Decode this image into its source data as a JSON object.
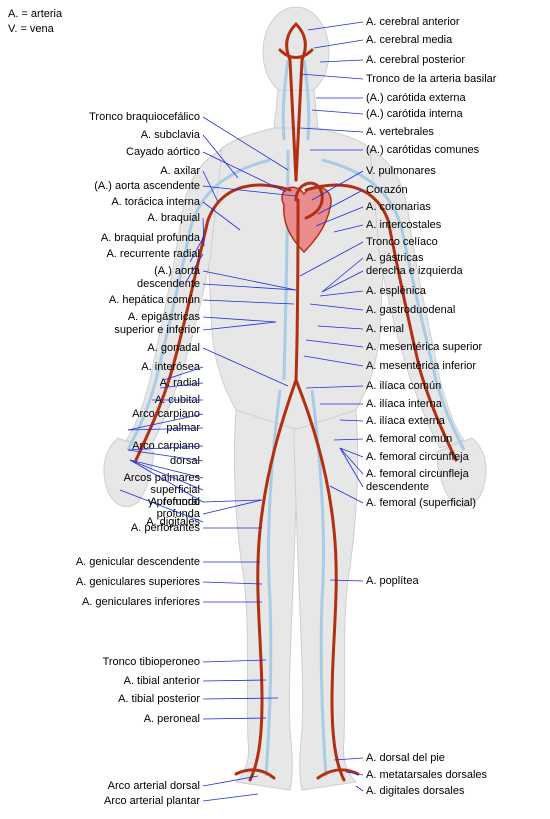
{
  "legend": [
    "A. = arteria",
    "V. = vena"
  ],
  "colors": {
    "artery": "#b22f12",
    "artery_light": "#d8822e",
    "vein": "#a8cbe6",
    "heart": "#e88c8c",
    "body": "#e7e7e7",
    "body_outline": "#cfcfcf",
    "leader": "#1c2cdc"
  },
  "labels_right": [
    "A. cerebral anterior",
    "A. cerebral media",
    "A. cerebral posterior",
    "Tronco de la arteria basilar",
    "(A.) carótida externa",
    "(A.) carótida interna",
    "A. vertebrales",
    "(A.) carótidas comunes",
    "V. pulmonares",
    "Corazón",
    "A. coronarias",
    "A. intercostales",
    "Tronco celíaco",
    "A. gástricas",
    "derecha e izquierda",
    "A. esplénica",
    "A. gastroduodenal",
    "A. renal",
    "A. mesentérica superior",
    "A. mesentérica inferior",
    "A. ilíaca común",
    "A. ilíaca interna",
    "A. ilíaca externa",
    "A. femoral común",
    "A. femoral circunfleja",
    "A. femoral circunfleja",
    "descendente",
    "A. femoral (superficial)",
    "A. poplítea",
    "A. dorsal del pie",
    "A. metatarsales dorsales",
    "A. digitales dorsales"
  ],
  "labels_left": [
    "Tronco braquiocefálico",
    "A. subclavia",
    "Cayado aórtico",
    "A. axilar",
    "(A.) aorta ascendente",
    "A. torácica interna",
    "A. braquial",
    "A. braquial profunda",
    "A. recurrente radial",
    "(A.) aorta",
    "descendente",
    "A. hepática común",
    "A. epigástricas",
    "superior e inferior",
    "A. gonadal",
    "A. interósea",
    "A. radial",
    "A. cubital",
    "Arco carpiano",
    "palmar",
    "Arco carpiano",
    "dorsal",
    "Arcos palmares",
    "superficial",
    "y profundo",
    "A. digitales",
    "A. femoral",
    "profunda",
    "A. perforantes",
    "A. genicular descendente",
    "A. geniculares superiores",
    "A. geniculares inferiores",
    "Tronco tibioperoneo",
    "A. tibial anterior",
    "A. tibial posterior",
    "A. peroneal",
    "Arco arterial dorsal",
    "Arco arterial plantar"
  ]
}
